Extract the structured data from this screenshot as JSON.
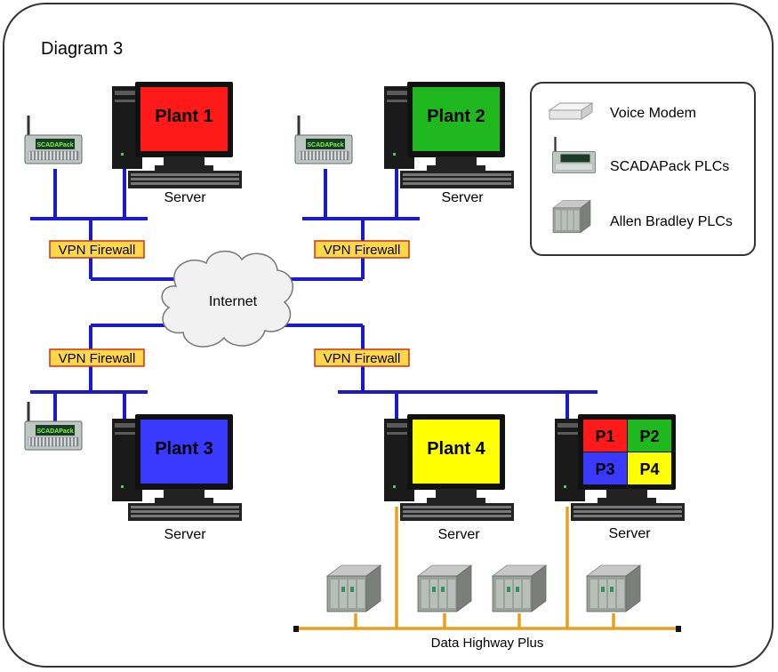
{
  "title": "Diagram 3",
  "legend": {
    "voice_modem": "Voice Modem",
    "scadapack": "SCADAPack PLCs",
    "allen_bradley": "Allen Bradley PLCs"
  },
  "servers": {
    "plant1": {
      "screen": "Plant 1",
      "label": "Server",
      "color": "#ff1a1a"
    },
    "plant2": {
      "screen": "Plant 2",
      "label": "Server",
      "color": "#1fb81f"
    },
    "plant3": {
      "screen": "Plant 3",
      "label": "Server",
      "color": "#3a3aff"
    },
    "plant4": {
      "screen": "Plant 4",
      "label": "Server",
      "color": "#ffff00"
    },
    "central": {
      "label": "Server",
      "tiles": [
        {
          "text": "P1",
          "color": "#ff1a1a"
        },
        {
          "text": "P2",
          "color": "#1fb81f"
        },
        {
          "text": "P3",
          "color": "#3a3aff"
        },
        {
          "text": "P4",
          "color": "#ffff00"
        }
      ]
    }
  },
  "firewall_label": "VPN Firewall",
  "internet_label": "Internet",
  "scadapack_text": "SCADAPack",
  "highway_label": "Data Highway Plus",
  "colors": {
    "network": "#1a1acc",
    "highway": "#e8a020",
    "firewall_fill": "#ffd84a",
    "firewall_border": "#d03010"
  }
}
